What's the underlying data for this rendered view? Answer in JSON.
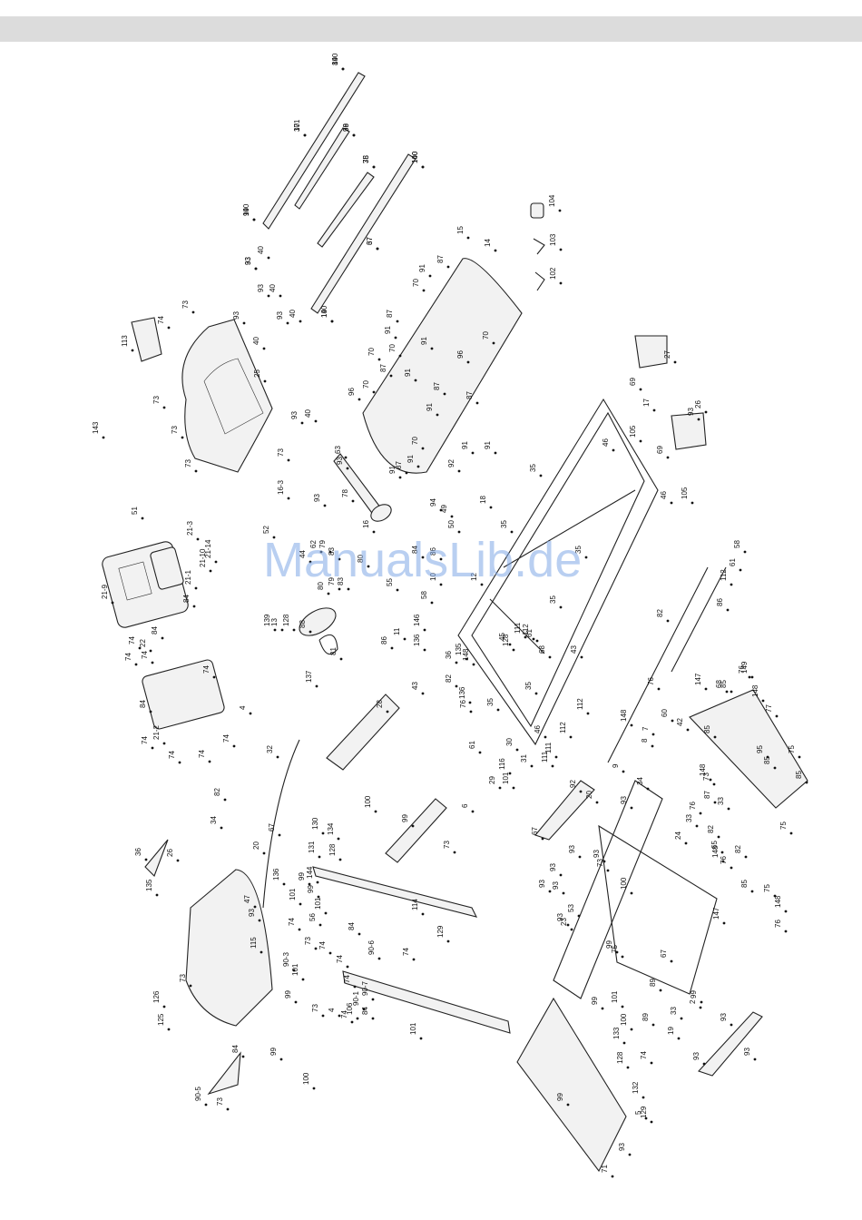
{
  "watermark": "ManualsLib.de",
  "callouts": [
    "140",
    "37",
    "38",
    "38",
    "140",
    "140",
    "37",
    "140",
    "93",
    "40",
    "93",
    "40",
    "93",
    "40",
    "93",
    "40",
    "93",
    "40",
    "73",
    "73",
    "73",
    "73",
    "73",
    "25",
    "113",
    "74",
    "143",
    "15",
    "14",
    "87",
    "91",
    "70",
    "87",
    "91",
    "70",
    "91",
    "70",
    "87",
    "96",
    "91",
    "70",
    "87",
    "91",
    "87",
    "70",
    "96",
    "91",
    "70",
    "87",
    "91",
    "91",
    "92",
    "91",
    "35",
    "18",
    "35",
    "35",
    "35",
    "104",
    "103",
    "102",
    "17",
    "105",
    "46",
    "46",
    "105",
    "69",
    "69",
    "27",
    "93",
    "26",
    "93",
    "63",
    "78",
    "16",
    "16-3",
    "93",
    "52",
    "94",
    "49",
    "50",
    "51",
    "21-3",
    "21-14",
    "21-10",
    "21-9",
    "21-1",
    "84",
    "74",
    "74",
    "22",
    "74",
    "84",
    "84",
    "74",
    "21-2",
    "74",
    "74",
    "74",
    "74",
    "4",
    "44",
    "62",
    "79",
    "83",
    "80",
    "79",
    "83",
    "80",
    "84",
    "86",
    "10",
    "12",
    "58",
    "55",
    "88",
    "139",
    "13",
    "128",
    "81",
    "86",
    "11",
    "146",
    "136",
    "137",
    "43",
    "28",
    "136",
    "36",
    "135",
    "148",
    "45",
    "128",
    "61",
    "68",
    "35",
    "82",
    "76",
    "35",
    "61",
    "116",
    "31",
    "30",
    "46",
    "111",
    "112",
    "111",
    "112",
    "43",
    "112",
    "111",
    "112",
    "58",
    "61",
    "86",
    "82",
    "76",
    "148",
    "9",
    "8",
    "7",
    "60",
    "42",
    "92",
    "20",
    "67",
    "34",
    "93",
    "24",
    "73",
    "87",
    "76",
    "148",
    "33",
    "33",
    "82",
    "65",
    "76",
    "148",
    "77",
    "149",
    "95",
    "85",
    "75",
    "147",
    "85",
    "75",
    "147",
    "68",
    "85",
    "85",
    "148",
    "76",
    "82",
    "85",
    "75",
    "148",
    "76",
    "82",
    "32",
    "34",
    "20",
    "67",
    "130",
    "134",
    "131",
    "128",
    "144",
    "99",
    "101",
    "99",
    "101",
    "100",
    "99",
    "73",
    "84",
    "6",
    "101",
    "29",
    "36",
    "135",
    "26",
    "136",
    "47",
    "93",
    "56",
    "74",
    "74",
    "115",
    "73",
    "90-3",
    "90-5",
    "84",
    "73",
    "126",
    "125",
    "73",
    "74",
    "129",
    "114",
    "74",
    "74",
    "90-6",
    "90-7",
    "90-1",
    "106",
    "74",
    "4",
    "84",
    "73",
    "101",
    "99",
    "99",
    "100",
    "101",
    "99",
    "99",
    "133",
    "128",
    "74",
    "132",
    "129",
    "5",
    "93",
    "71",
    "93",
    "93",
    "93",
    "93",
    "93",
    "93",
    "93",
    "93",
    "73",
    "23",
    "93",
    "53",
    "100",
    "99",
    "75",
    "67",
    "89",
    "99",
    "101",
    "100",
    "89",
    "19",
    "33",
    "2",
    "89",
    "101",
    "99",
    "75",
    "100",
    "99",
    "67",
    "19",
    "33"
  ]
}
